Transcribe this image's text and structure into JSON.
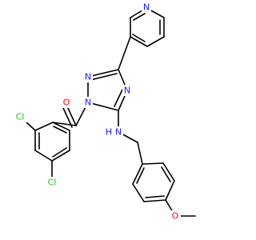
{
  "colors": {
    "carbon_bond": "#000000",
    "nitrogen": "#1f1fff",
    "oxygen": "#ff0d0d",
    "chlorine": "#1fc01f",
    "background": "#ffffff"
  },
  "atoms": {
    "n_pyridine": {
      "text": "N",
      "element": "nitrogen"
    },
    "n_triazole_2": {
      "text": "N",
      "element": "nitrogen"
    },
    "n_triazole_1": {
      "text": "N",
      "element": "nitrogen"
    },
    "n_triazole_4": {
      "text": "N",
      "element": "nitrogen"
    },
    "o_carbonyl": {
      "text": "O",
      "element": "oxygen"
    },
    "n_amine": {
      "text": "N",
      "element": "nitrogen"
    },
    "h_amine": {
      "text": "H",
      "element": "nitrogen"
    },
    "cl_ortho": {
      "text": "Cl",
      "element": "chlorine"
    },
    "cl_para": {
      "text": "Cl",
      "element": "chlorine"
    },
    "o_methoxy": {
      "text": "O",
      "element": "oxygen"
    }
  }
}
